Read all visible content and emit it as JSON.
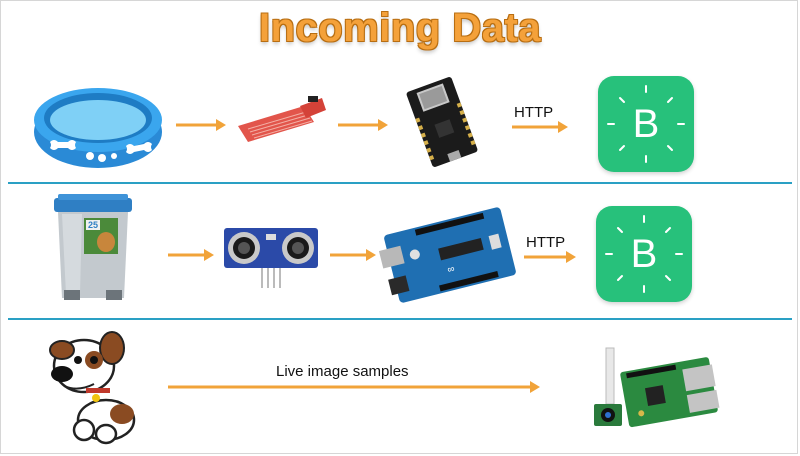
{
  "title": "Incoming Data",
  "rows": [
    {
      "protocol": "HTTP",
      "source": "water-bowl",
      "sensor": "water-level-sensor",
      "board": "nodemcu-board",
      "target": "blynk-app"
    },
    {
      "protocol": "HTTP",
      "source": "food-container",
      "sensor": "ultrasonic-sensor",
      "board": "arduino-uno-board",
      "target": "blynk-app"
    },
    {
      "caption": "Live image samples",
      "source": "dog",
      "target": "raspberry-pi-camera"
    }
  ],
  "blynk_letter": "B",
  "food_label": "25",
  "colors": {
    "title": "#f4a13a",
    "arrow": "#f1a339",
    "divider": "#2aa0c4",
    "blynk": "#27c17b"
  }
}
